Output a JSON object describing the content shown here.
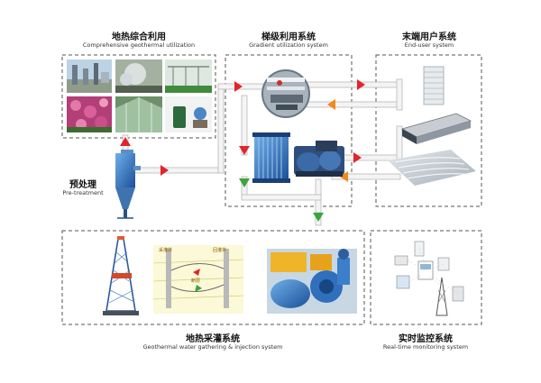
{
  "sections": {
    "comprehensive": {
      "zh": "地热综合利用",
      "en": "Comprehensive geothermal utilization"
    },
    "gradient": {
      "zh": "梯级利用系统",
      "en": "Gradient utilization system"
    },
    "enduser": {
      "zh": "末端用户系统",
      "en": "End-user system"
    },
    "pretreat": {
      "zh": "预处理",
      "en": "Pre-treatment"
    },
    "gathering": {
      "zh": "地热采灌系统",
      "en": "Geothermal water gathering & injection system"
    },
    "monitoring": {
      "zh": "实时监控系统",
      "en": "Real-time monitoring system"
    }
  },
  "diagram_labels": {
    "well_left": "采灌井",
    "well_right": "回灌井",
    "well_mid": "断层"
  },
  "colors": {
    "arrow_red": "#e0262b",
    "arrow_green": "#3aa53a",
    "arrow_orange": "#f08a1c",
    "pipe_fill": "#f4f4f4",
    "pipe_edge": "#b9b9b9",
    "box_dash": "#555555"
  }
}
